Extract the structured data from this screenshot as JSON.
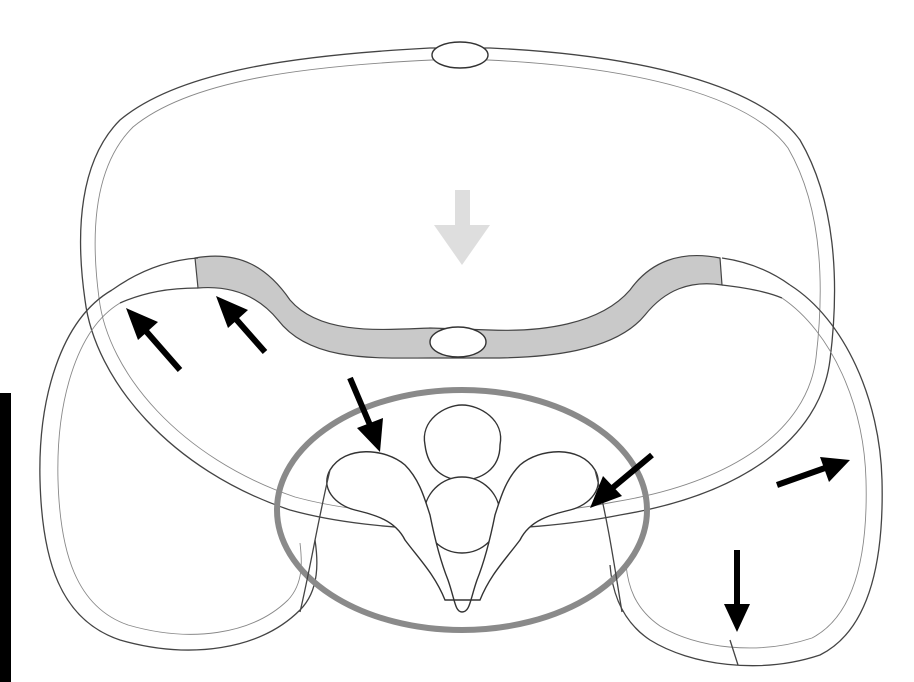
{
  "figure": {
    "background": "#ffffff",
    "ink": "#000000",
    "shading": "#c9c9c9",
    "highlight_ring": "#8a8a8a"
  },
  "arrows": [
    {
      "name": "arrow-left-rib-outer",
      "icon": "arrow-icon"
    },
    {
      "name": "arrow-left-rib-inner",
      "icon": "arrow-icon"
    },
    {
      "name": "arrow-costovertebral-left",
      "icon": "arrow-icon"
    },
    {
      "name": "arrow-costovertebral-right",
      "icon": "arrow-icon"
    },
    {
      "name": "arrow-right-rib-lateral",
      "icon": "arrow-icon"
    },
    {
      "name": "arrow-right-rib-lower",
      "icon": "arrow-icon"
    }
  ]
}
